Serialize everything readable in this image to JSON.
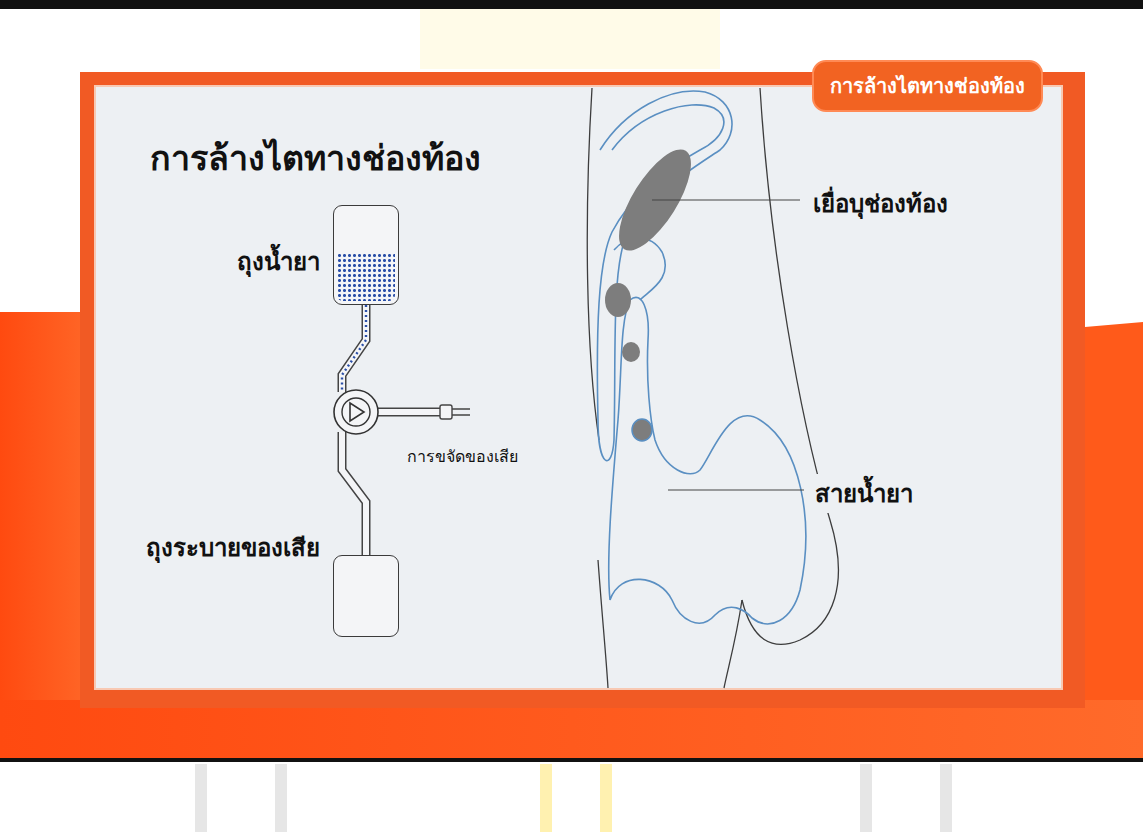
{
  "diagram": {
    "title": "การล้างไตทางช่องท้อง",
    "nodes": [
      {
        "text": [
          "ถุงน้ำยา"
        ]
      },
      {
        "text": [
          "ถุงระบายของเสีย"
        ]
      }
    ],
    "edges": [
      {
        "from": 0,
        "to": 1,
        "arrow": "none"
      }
    ],
    "labels": [
      "การล้างไตทางช่องท้อง",
      "การขจัดของเสีย",
      "เยื่อบุช่องท้อง",
      "สายน้ำยา"
    ]
  }
}
